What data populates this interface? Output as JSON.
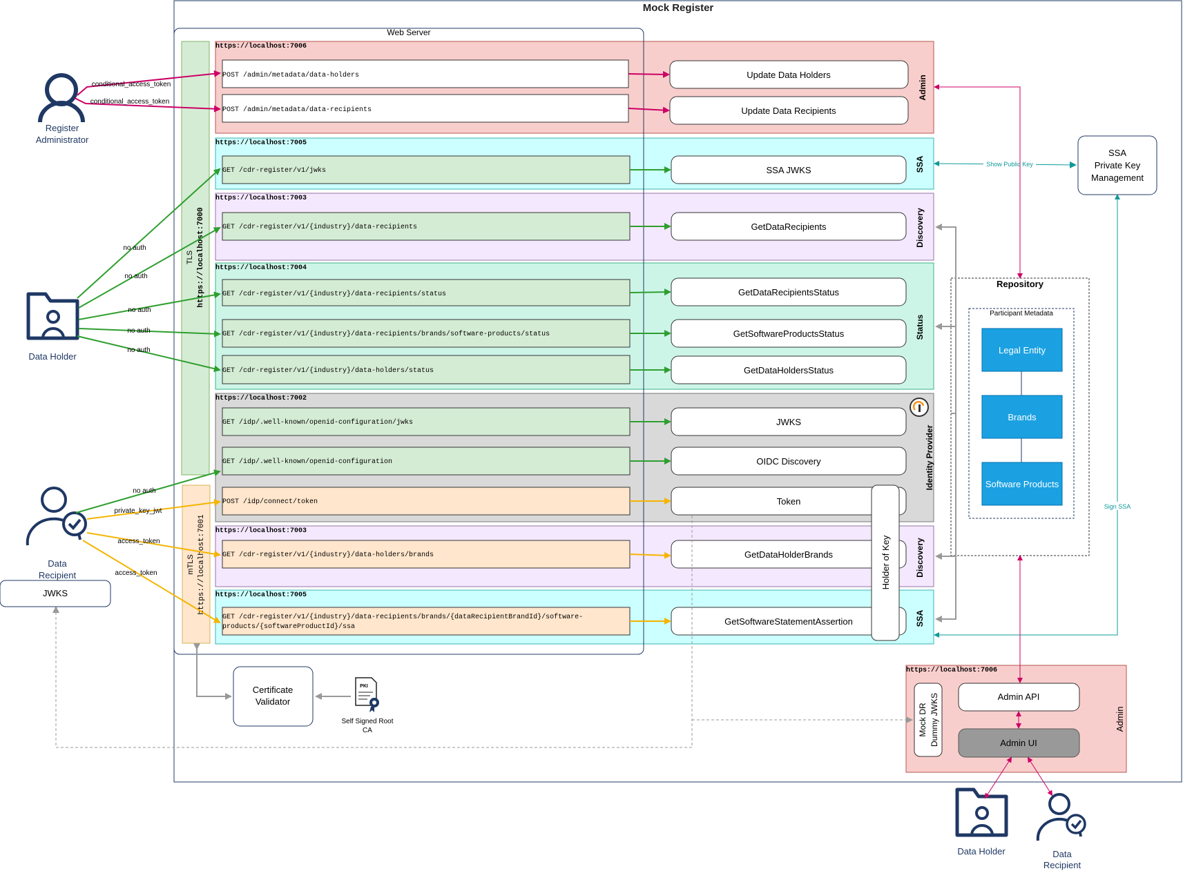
{
  "diagram": {
    "title": "Mock Register",
    "web_server": "Web Server",
    "tls_label": "TLS",
    "tls_host": "https://localhost:7000",
    "mtls_label": "mTLS",
    "mtls_host": "https://localhost:7001",
    "sections": [
      {
        "host": "https://localhost:7006",
        "side": "Admin",
        "rows": [
          {
            "endpoint": "POST /admin/metadata/data-holders",
            "service": "Update Data Holders"
          },
          {
            "endpoint": "POST /admin/metadata/data-recipients",
            "service": "Update Data Recipients"
          }
        ]
      },
      {
        "host": "https://localhost:7005",
        "side": "SSA",
        "rows": [
          {
            "endpoint": "GET /cdr-register/v1/jwks",
            "service": "SSA JWKS"
          }
        ]
      },
      {
        "host": "https://localhost:7003",
        "side": "Discovery",
        "rows": [
          {
            "endpoint": "GET /cdr-register/v1/{industry}/data-recipients",
            "service": "GetDataRecipients"
          }
        ]
      },
      {
        "host": "https://localhost:7004",
        "side": "Status",
        "rows": [
          {
            "endpoint": "GET /cdr-register/v1/{industry}/data-recipients/status",
            "service": "GetDataRecipientsStatus"
          },
          {
            "endpoint": "GET /cdr-register/v1/{industry}/data-recipients/brands/software-products/status",
            "service": "GetSoftwareProductsStatus"
          },
          {
            "endpoint": "GET /cdr-register/v1/{industry}/data-holders/status",
            "service": "GetDataHoldersStatus"
          }
        ]
      },
      {
        "host": "https://localhost:7002",
        "side": "Identity Provider",
        "rows": [
          {
            "endpoint": "GET /idp/.well-known/openid-configuration/jwks",
            "service": "JWKS"
          },
          {
            "endpoint": "GET /idp/.well-known/openid-configuration",
            "service": "OIDC Discovery"
          },
          {
            "endpoint": "POST /idp/connect/token",
            "service": "Token"
          }
        ]
      },
      {
        "host": "https://localhost:7003",
        "side": "Discovery",
        "rows": [
          {
            "endpoint": "GET /cdr-register/v1/{industry}/data-holders/brands",
            "service": "GetDataHolderBrands"
          }
        ]
      },
      {
        "host": "https://localhost:7005",
        "side": "SSA",
        "rows": [
          {
            "endpoint": "GET /cdr-register/v1/{industry}/data-recipients/brands/{dataRecipientBrandId}/software-",
            "endpoint2": "products/{softwareProductId}/ssa",
            "service": "GetSoftwareStatementAssertion"
          }
        ]
      }
    ],
    "holder_of_key": "Holder of Key",
    "ssa_key_mgmt": [
      "SSA",
      "Private Key",
      "Management"
    ],
    "show_public_key": "Show Public Key",
    "sign_ssa": "Sign SSA",
    "repository": {
      "title": "Repository",
      "metadata_title": "Participant Metadata",
      "entities": [
        "Legal Entity",
        "Brands",
        "Software Products"
      ]
    },
    "admin_block": {
      "host": "https://localhost:7006",
      "side": "Admin",
      "api": "Admin API",
      "ui": "Admin UI",
      "mock_dr": "Mock DR",
      "dummy_jwks": "Dummy JWKS"
    },
    "cert_validator": [
      "Certificate",
      "Validator"
    ],
    "pki_label": "PKI",
    "root_ca": [
      "Self Signed Root",
      "CA"
    ],
    "actors": {
      "register_admin": [
        "Register",
        "Administrator"
      ],
      "data_holder": "Data Holder",
      "data_recipient": [
        "Data",
        "Recipient"
      ],
      "jwks": "JWKS",
      "bottom_holder": "Data Holder",
      "bottom_recipient": [
        "Data",
        "Recipient"
      ]
    },
    "edge_labels": {
      "cat": "conditional_access_token",
      "no_auth": "no auth",
      "pkj": "private_key_jwt",
      "at": "access_token"
    },
    "colors": {
      "navy": "#1f3864",
      "admin_bg": "#f8cecc",
      "ssa_bg": "#ccffff",
      "discovery_bg": "#f4e8ff",
      "status_bg": "#ccf5e8",
      "idp_bg": "#d9d9d9",
      "green_box": "#d5ecd4",
      "orange_box": "#ffe6cc",
      "blue_entity": "#1ba1e2",
      "magenta": "#cc0066",
      "green": "#2e9e2e",
      "orange": "#f5b400",
      "teal": "#119999",
      "gray": "#999999"
    }
  }
}
